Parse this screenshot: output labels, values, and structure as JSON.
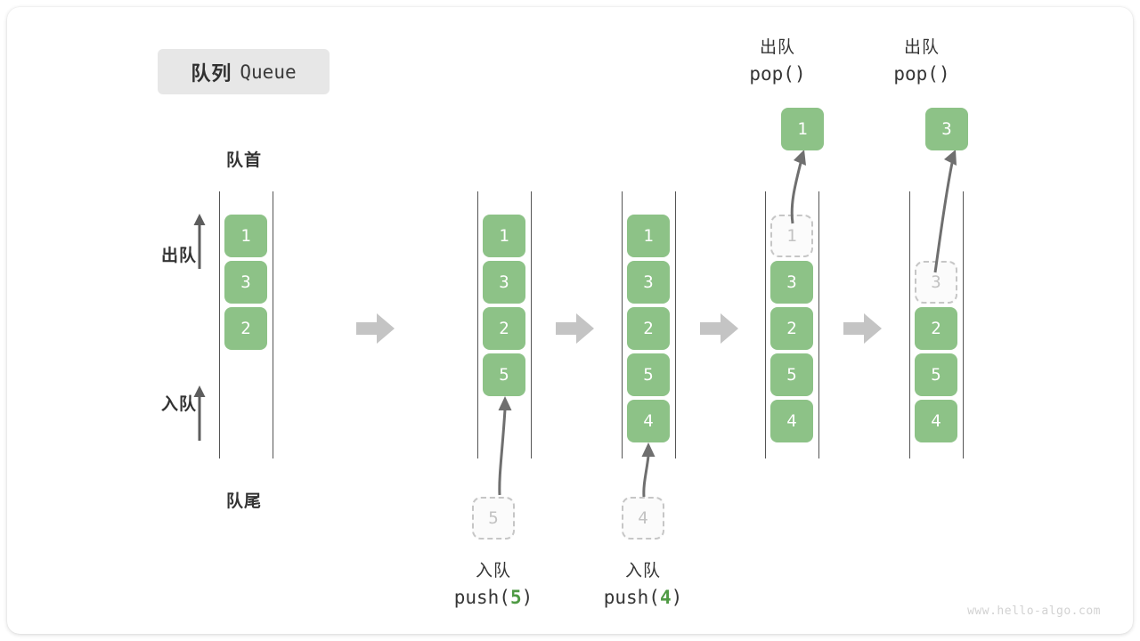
{
  "card": {
    "title": {
      "cjk": "队列",
      "latin": "Queue"
    },
    "watermark": "www.hello-algo.com"
  },
  "colors": {
    "cell_fill": "#8dc287",
    "cell_text": "#ffffff",
    "ghost_border": "#c6c6c6",
    "ghost_text": "#c2c2c2",
    "rail": "#555555",
    "transition_arrow": "#c4c4c4",
    "op_arrow": "#6f6f6f",
    "accent_number": "#4f9a44",
    "pill_bg": "#e7e7e7"
  },
  "labels": {
    "head": "队首",
    "tail": "队尾",
    "dequeue_dir": "出队",
    "enqueue_dir": "入队"
  },
  "stages": [
    {
      "id": "stage-initial",
      "cells": [
        "1",
        "3",
        "2"
      ],
      "ghost_index": -1,
      "blank_top": false
    },
    {
      "id": "stage-after-push-5",
      "cells": [
        "1",
        "3",
        "2",
        "5"
      ],
      "ghost_index": -1,
      "blank_top": false,
      "op": {
        "kind": "push",
        "cjk": "入队",
        "call_prefix": "push(",
        "call_value": "5",
        "call_suffix": ")",
        "chip": "5"
      }
    },
    {
      "id": "stage-after-push-4",
      "cells": [
        "1",
        "3",
        "2",
        "5",
        "4"
      ],
      "ghost_index": -1,
      "blank_top": false,
      "op": {
        "kind": "push",
        "cjk": "入队",
        "call_prefix": "push(",
        "call_value": "4",
        "call_suffix": ")",
        "chip": "4"
      }
    },
    {
      "id": "stage-after-pop-1",
      "cells": [
        "1",
        "3",
        "2",
        "5",
        "4"
      ],
      "ghost_index": 0,
      "blank_top": false,
      "op": {
        "kind": "pop",
        "cjk": "出队",
        "call_prefix": "pop(",
        "call_value": "",
        "call_suffix": ")",
        "chip": "1"
      }
    },
    {
      "id": "stage-after-pop-3",
      "cells": [
        "3",
        "2",
        "5",
        "4"
      ],
      "ghost_index": 0,
      "blank_top": true,
      "op": {
        "kind": "pop",
        "cjk": "出队",
        "call_prefix": "pop(",
        "call_value": "",
        "call_suffix": ")",
        "chip": "3"
      }
    }
  ],
  "transitions": [
    "transition-1",
    "transition-2",
    "transition-3",
    "transition-4"
  ]
}
